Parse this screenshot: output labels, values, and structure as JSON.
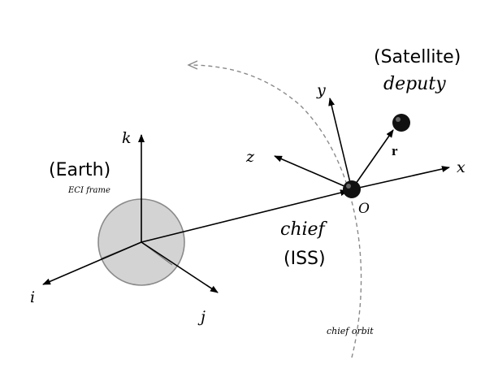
{
  "labels": {
    "satellite": "(Satellite)",
    "deputy": "deputy",
    "earth": "(Earth)",
    "eci_frame": "ECI frame",
    "chief": "chief",
    "iss": "(ISS)",
    "chief_orbit": "chief orbit",
    "origin": "O",
    "rel_vector": "r"
  },
  "axes": {
    "k": "k",
    "i": "i",
    "j": "j",
    "x": "x",
    "y": "y",
    "z": "z"
  },
  "colors": {
    "earth_fill": "#d3d3d3",
    "earth_stroke": "#8a8a8a",
    "ink": "#000000",
    "orbit": "#8a8a8a"
  }
}
